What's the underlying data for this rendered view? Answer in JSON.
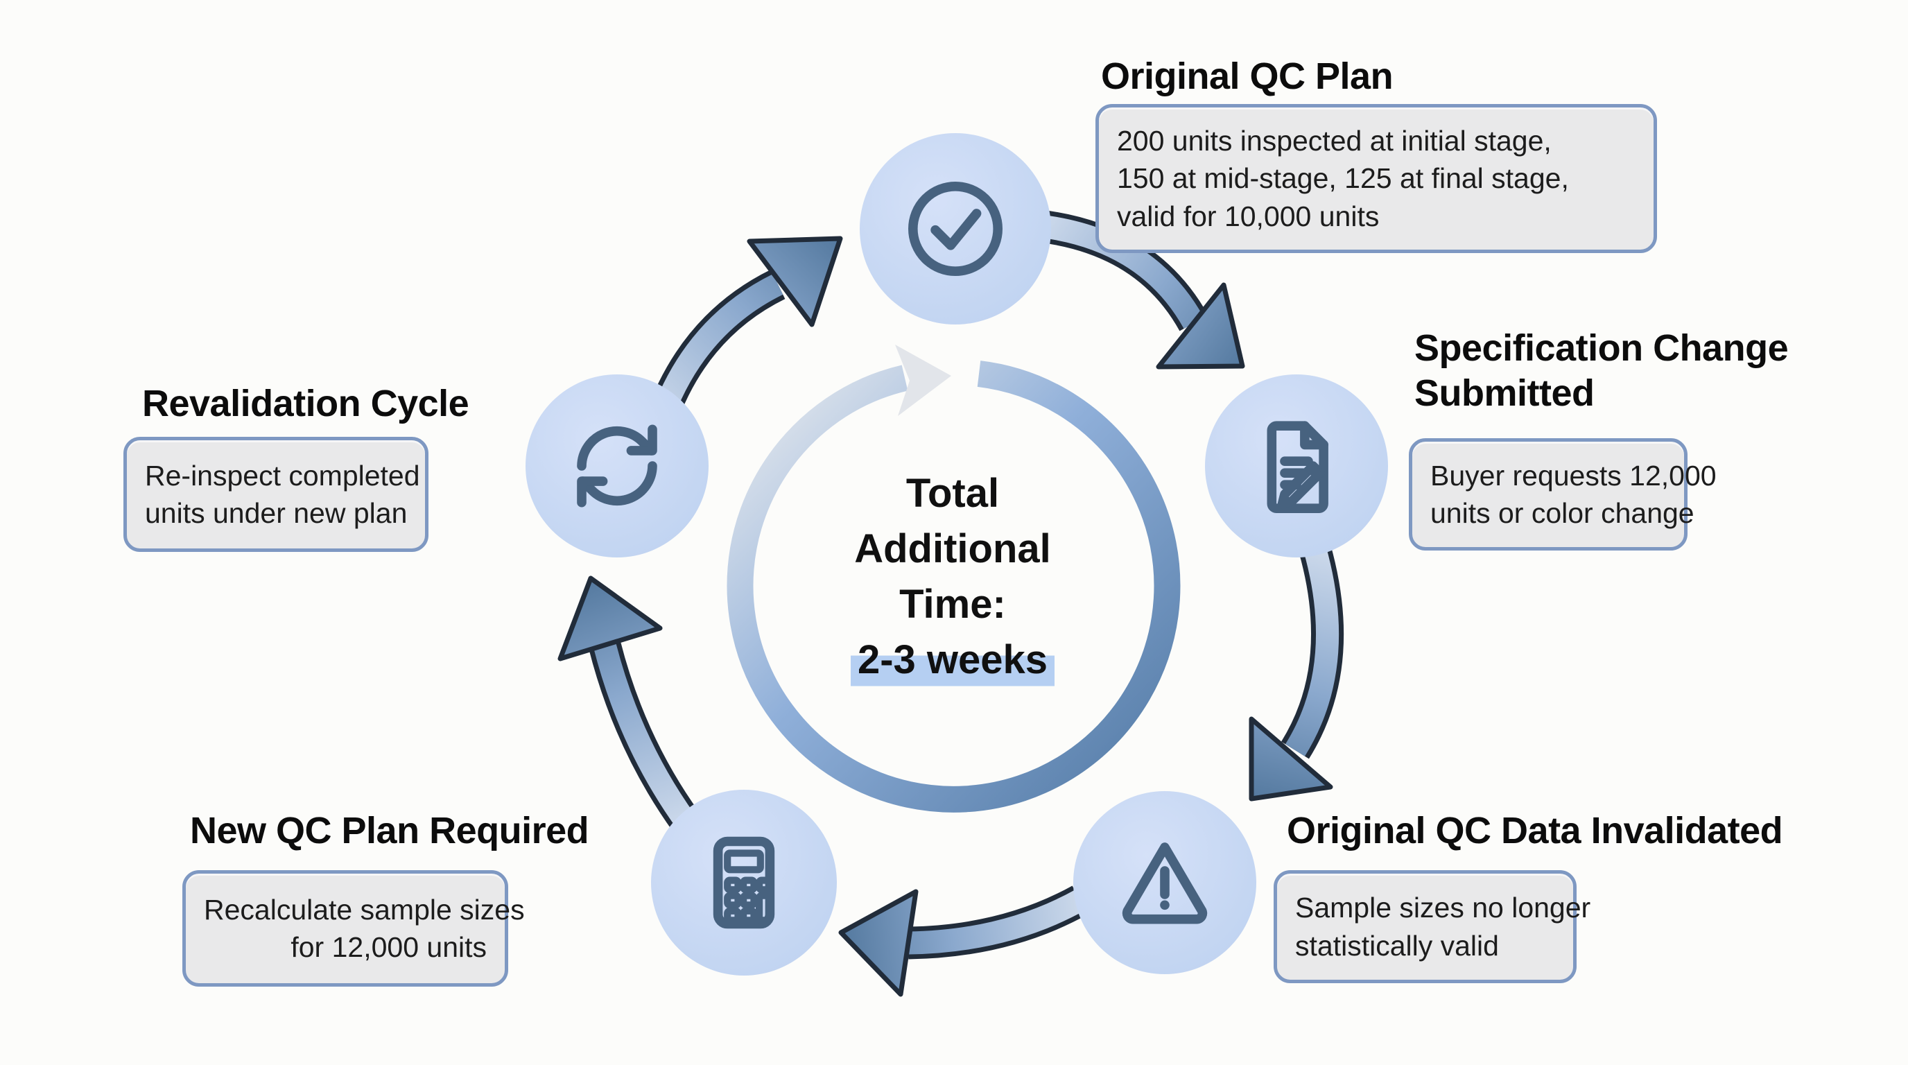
{
  "diagram_title_hint": "QC revalidation cycle diagram",
  "center": {
    "lines": [
      "Total",
      "Additional",
      "Time:"
    ],
    "highlight": "2-3 weeks"
  },
  "stages": [
    {
      "id": "original-qc-plan",
      "title": "Original QC Plan",
      "icon": "check-circle-icon",
      "description_lines": [
        "200 units inspected at initial stage,",
        "150 at mid-stage, 125 at final stage,",
        "valid for 10,000 units"
      ]
    },
    {
      "id": "specification-change-submitted",
      "title_lines": [
        "Specification Change",
        "Submitted"
      ],
      "icon": "document-edit-icon",
      "description_lines": [
        "Buyer requests 12,000",
        "units or color change"
      ]
    },
    {
      "id": "original-qc-data-invalidated",
      "title": "Original QC Data Invalidated",
      "icon": "warning-triangle-icon",
      "description_lines": [
        "Sample sizes no longer",
        "statistically valid"
      ]
    },
    {
      "id": "new-qc-plan-required",
      "title": "New QC Plan Required",
      "icon": "calculator-icon",
      "description_lines": [
        "Recalculate sample sizes",
        "for 12,000 units"
      ]
    },
    {
      "id": "revalidation-cycle",
      "title": "Revalidation Cycle",
      "icon": "refresh-cycle-icon",
      "description_lines": [
        "Re-inspect completed",
        "units under new plan"
      ]
    }
  ],
  "colors": {
    "background": "#fcfcfa",
    "node_fill": "#c5d7f3",
    "icon_stroke": "#47627f",
    "box_fill": "#e9e9ea",
    "box_border": "#7e98c2",
    "arrow_outline": "#212c3a",
    "arrow_fill_light": "#ccd9eb",
    "arrow_fill_dark": "#54799f",
    "ring_light": "#e7eaee",
    "ring_dark": "#567da8",
    "highlight": "#a3c4f0",
    "text": "#101010"
  }
}
